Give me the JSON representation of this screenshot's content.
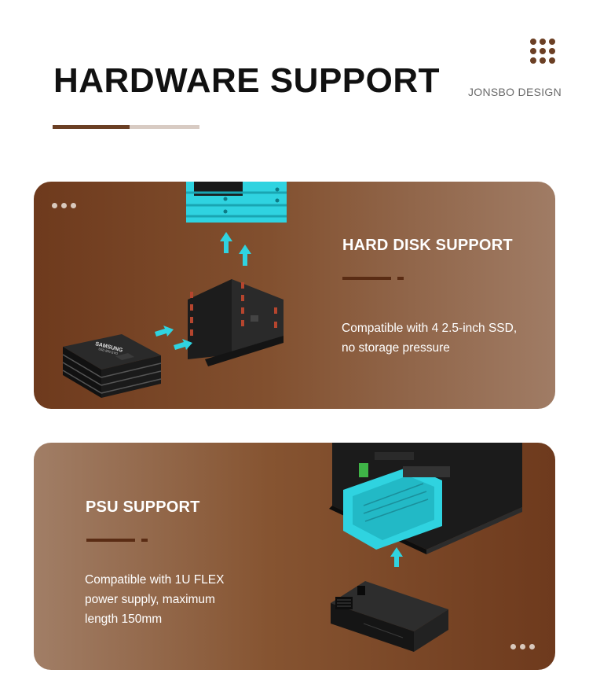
{
  "header": {
    "title": "HARDWARE SUPPORT",
    "brand": "JONSBO DESIGN"
  },
  "cards": [
    {
      "title": "HARD DISK SUPPORT",
      "description_lines": [
        "Compatible with 4 2.5-inch SSD,",
        "no storage pressure"
      ],
      "ssd_brand": "SAMSUNG",
      "ssd_model": "SSD 850 EVO"
    },
    {
      "title": "PSU SUPPORT",
      "description_lines": [
        "Compatible with 1U FLEX",
        "power supply, maximum",
        "length 150mm"
      ]
    }
  ],
  "colors": {
    "accent_brown": "#6b3f24",
    "highlight_cyan": "#2fd3e0"
  },
  "icons": [
    "dot-grid-icon",
    "three-dots-icon",
    "arrow-up-icon",
    "arrow-right-icon"
  ]
}
